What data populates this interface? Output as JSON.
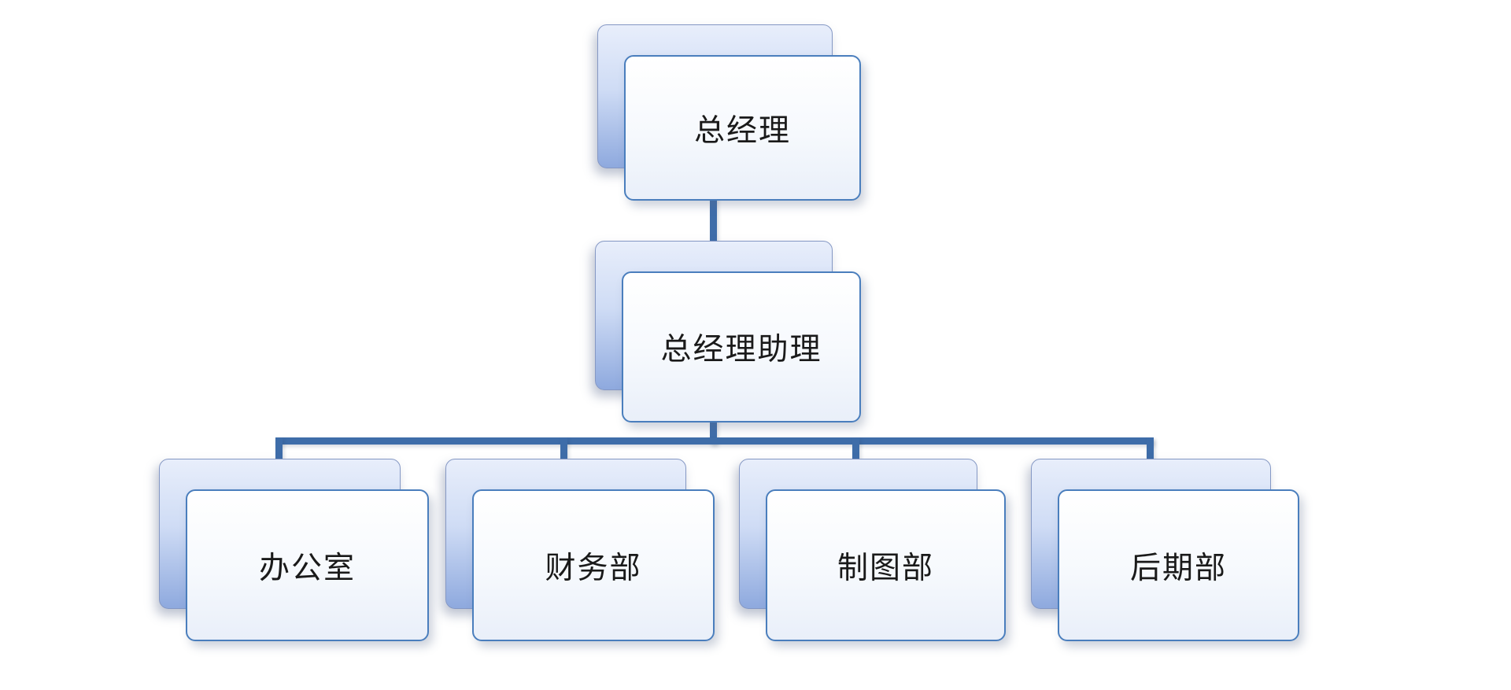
{
  "diagram": {
    "type": "org-chart",
    "nodes": {
      "root": {
        "label": "总经理"
      },
      "assistant": {
        "label": "总经理助理"
      },
      "children": [
        {
          "label": "办公室"
        },
        {
          "label": "财务部"
        },
        {
          "label": "制图部"
        },
        {
          "label": "后期部"
        }
      ]
    },
    "edges": [
      {
        "from": "总经理",
        "to": "总经理助理"
      },
      {
        "from": "总经理助理",
        "to": "办公室"
      },
      {
        "from": "总经理助理",
        "to": "财务部"
      },
      {
        "from": "总经理助理",
        "to": "制图部"
      },
      {
        "from": "总经理助理",
        "to": "后期部"
      }
    ]
  },
  "colors": {
    "background": "#ffffff",
    "connector": "#3e6da9",
    "node-border": "#4a7ebd",
    "node-front-top": "#ffffff",
    "node-front-bottom": "#e9eff9",
    "node-back-top": "#e8eefb",
    "node-back-bottom": "#8ea9de",
    "text": "#1a1a1a"
  }
}
